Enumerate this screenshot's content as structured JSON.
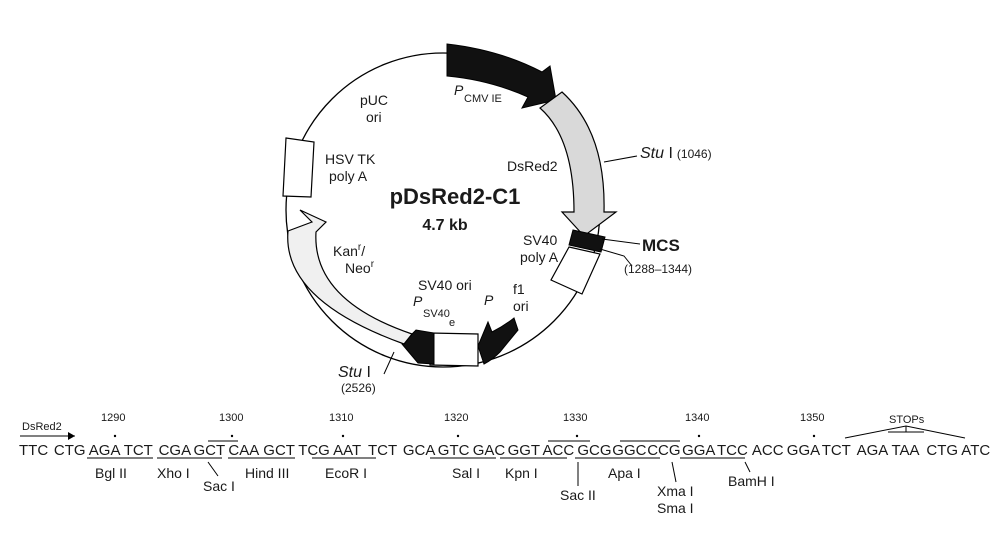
{
  "plasmid": {
    "name": "pDsRed2-C1",
    "size": "4.7 kb"
  },
  "features": {
    "pcmv": {
      "p": "P",
      "sub": "CMV IE"
    },
    "dsred2": "DsRed2",
    "sv40polya": [
      "SV40",
      "poly A"
    ],
    "f1ori": [
      "f1",
      "ori"
    ],
    "p_small": "P",
    "sv40ori": "SV40 ori",
    "psv40": {
      "p": "P",
      "sub": "SV40",
      "subsub": "e"
    },
    "kan": {
      "a": "Kan",
      "sup_a": "r",
      "slash": "/",
      "b": "Neo",
      "sup_b": "r"
    },
    "hsvtk": [
      "HSV TK",
      "poly A"
    ],
    "puc": [
      "pUC",
      "ori"
    ]
  },
  "sites": {
    "stu1": {
      "name": "Stu",
      "roman": " I",
      "pos": "(1046)"
    },
    "stu2": {
      "name": "Stu",
      "roman": " I",
      "pos": "(2526)"
    },
    "mcs": {
      "label": "MCS",
      "range": "(1288–1344)"
    }
  },
  "sequence": {
    "arrow_label": "DsRed2",
    "stops": "STOPs",
    "codons": [
      "TTC",
      "CTG",
      "AGA",
      "TCT",
      "CGA",
      "GCT",
      "CAA",
      "GCT",
      "TCG",
      "AAT",
      "TCT",
      "GCA",
      "GTC",
      "GAC",
      "GGT",
      "ACC",
      "GCG",
      "GGC",
      "CCG",
      "GGA",
      "TCC",
      "ACC",
      "GGA",
      "TCT",
      "AGA",
      "TAA",
      "CTG",
      "ATC"
    ],
    "numbers": [
      "1290",
      "1300",
      "1310",
      "1320",
      "1330",
      "1340",
      "1350"
    ],
    "enzymes_row1": [
      "Bgl II",
      "Xho I",
      "Hind III",
      "EcoR I",
      "Sal I",
      "Kpn I",
      "Apa I",
      "BamH I"
    ],
    "enzymes_row2": [
      "Sac I",
      "Sac II",
      "Xma I",
      "Sma I"
    ]
  }
}
